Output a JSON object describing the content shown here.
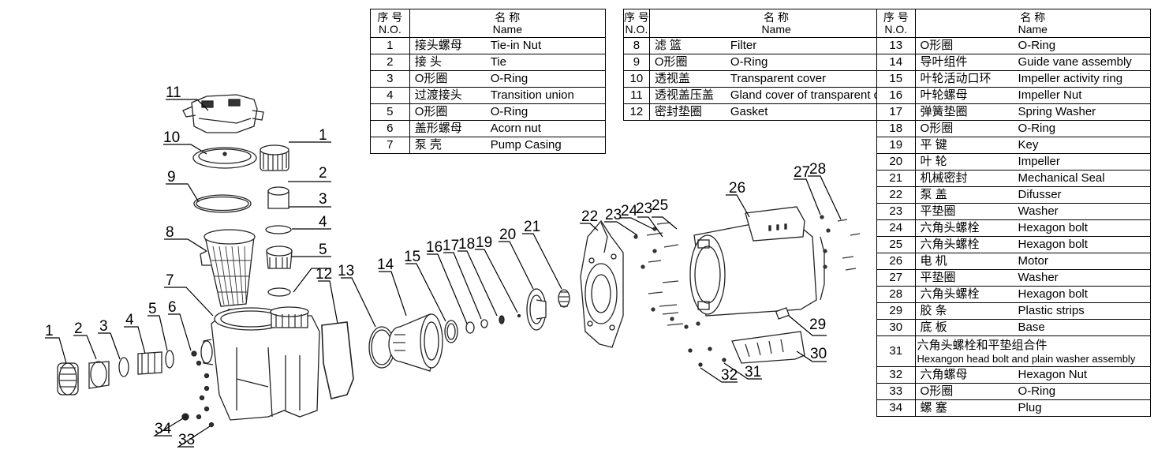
{
  "header": {
    "no_cn": "序 号",
    "no_en": "N.O.",
    "name_cn": "名 称",
    "name_en": "Name"
  },
  "tables": [
    {
      "rows": [
        {
          "no": "1",
          "cn": "接头螺母",
          "en": "Tie-in Nut"
        },
        {
          "no": "2",
          "cn": "接 头",
          "en": "Tie"
        },
        {
          "no": "3",
          "cn": "O形圈",
          "en": "O-Ring"
        },
        {
          "no": "4",
          "cn": "过渡接头",
          "en": "Transition union"
        },
        {
          "no": "5",
          "cn": "O形圈",
          "en": "O-Ring"
        },
        {
          "no": "6",
          "cn": "盖形螺母",
          "en": "Acorn nut"
        },
        {
          "no": "7",
          "cn": "泵 壳",
          "en": "Pump Casing"
        }
      ]
    },
    {
      "rows": [
        {
          "no": "8",
          "cn": "滤 篮",
          "en": "Filter"
        },
        {
          "no": "9",
          "cn": "O形圈",
          "en": "O-Ring"
        },
        {
          "no": "10",
          "cn": "透视盖",
          "en": "Transparent cover"
        },
        {
          "no": "11",
          "cn": "透视盖压盖",
          "en": "Gland cover of transparent cover"
        },
        {
          "no": "12",
          "cn": "密封垫圈",
          "en": "Gasket"
        }
      ]
    },
    {
      "rows": [
        {
          "no": "13",
          "cn": "O形圈",
          "en": "O-Ring"
        },
        {
          "no": "14",
          "cn": "导叶组件",
          "en": "Guide vane assembly"
        },
        {
          "no": "15",
          "cn": "叶轮活动口环",
          "en": "Impeller activity ring"
        },
        {
          "no": "16",
          "cn": "叶轮螺母",
          "en": "Impeller Nut"
        },
        {
          "no": "17",
          "cn": "弹簧垫圈",
          "en": "Spring Washer"
        },
        {
          "no": "18",
          "cn": "O形圈",
          "en": "O-Ring"
        },
        {
          "no": "19",
          "cn": "平 键",
          "en": "Key"
        },
        {
          "no": "20",
          "cn": "叶 轮",
          "en": "Impeller"
        },
        {
          "no": "21",
          "cn": "机械密封",
          "en": "Mechanical Seal"
        },
        {
          "no": "22",
          "cn": "泵 盖",
          "en": "Difusser"
        },
        {
          "no": "23",
          "cn": "平垫圈",
          "en": "Washer"
        },
        {
          "no": "24",
          "cn": "六角头螺栓",
          "en": "Hexagon bolt"
        },
        {
          "no": "25",
          "cn": "六角头螺栓",
          "en": "Hexagon bolt"
        },
        {
          "no": "26",
          "cn": "电 机",
          "en": "Motor"
        },
        {
          "no": "27",
          "cn": "平垫圈",
          "en": "Washer"
        },
        {
          "no": "28",
          "cn": "六角头螺栓",
          "en": "Hexagon bolt"
        },
        {
          "no": "29",
          "cn": "胶 条",
          "en": "Plastic strips"
        },
        {
          "no": "30",
          "cn": "底 板",
          "en": "Base"
        },
        {
          "no": "31",
          "cn": "六角头螺栓和平垫组合件",
          "en": "Hexangon head bolt and plain washer assembly"
        },
        {
          "no": "32",
          "cn": "六角螺母",
          "en": "Hexagon Nut"
        },
        {
          "no": "33",
          "cn": "O形圈",
          "en": "O-Ring"
        },
        {
          "no": "34",
          "cn": "螺 塞",
          "en": "Plug"
        }
      ]
    }
  ],
  "callouts": [
    "1",
    "2",
    "3",
    "4",
    "5",
    "6",
    "7",
    "8",
    "9",
    "10",
    "11",
    "12",
    "13",
    "14",
    "15",
    "16",
    "17",
    "18",
    "19",
    "20",
    "21",
    "22",
    "23",
    "24",
    "23",
    "25",
    "26",
    "27",
    "28",
    "29",
    "30",
    "31",
    "32",
    "33",
    "34",
    "1",
    "2",
    "3",
    "4",
    "5"
  ]
}
